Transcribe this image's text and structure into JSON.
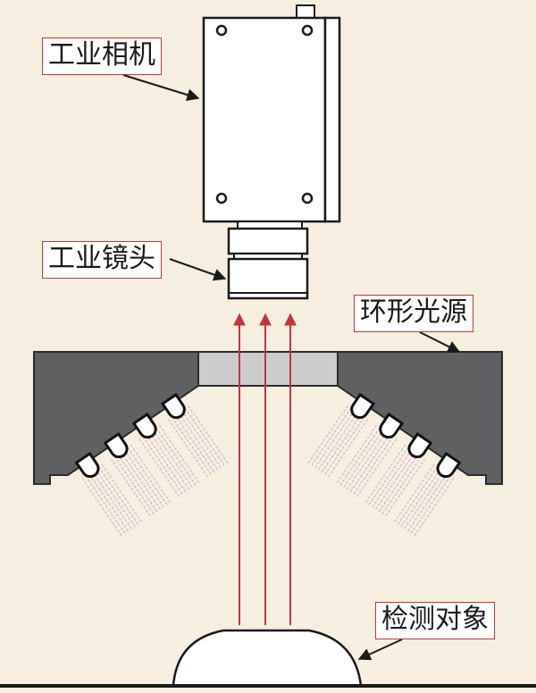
{
  "labels": {
    "camera": "工业相机",
    "lens": "工业镜头",
    "ring_light": "环形光源",
    "object": "检测对象"
  },
  "colors": {
    "background": "#f6efe0",
    "label_border": "#c0363b",
    "ray": "#c0363b",
    "light_housing": "#5f6062",
    "light_window": "#cccccc",
    "led_beam": "#c9a6cf"
  }
}
